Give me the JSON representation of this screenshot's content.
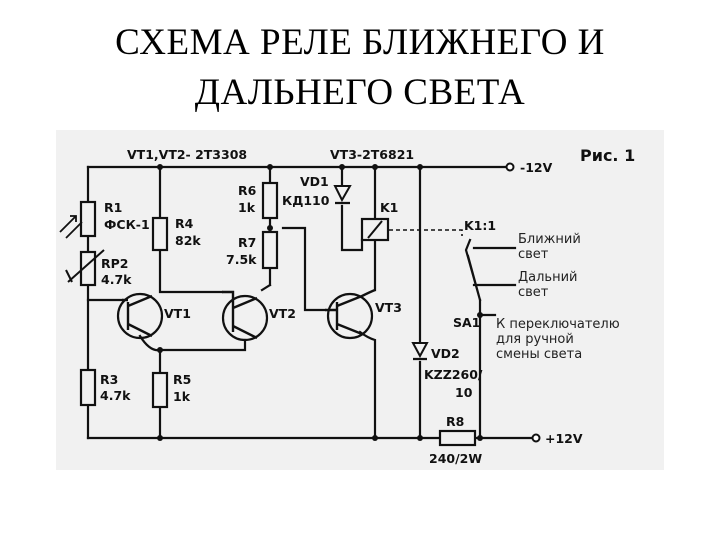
{
  "title": {
    "line1": "СХЕМА РЕЛЕ БЛИЖНЕГО И",
    "line2": "ДАЛЬНЕГО СВЕТА"
  },
  "figure_label": "Рис. 1",
  "transistor_notes": {
    "vt1_vt2": "VT1,VT2- 2Т3308",
    "vt3": "VT3-2Т6821"
  },
  "supply": {
    "top": "-12V",
    "bottom": "+12V"
  },
  "components": {
    "r1": "R1",
    "r1_type": "ФСК-1",
    "rp2": "RP2",
    "rp2_val": "4.7k",
    "r3": "R3",
    "r3_val": "4.7k",
    "r4": "R4",
    "r4_val": "82k",
    "r5": "R5",
    "r5_val": "1k",
    "r6": "R6",
    "r6_val": "1k",
    "r7": "R7",
    "r7_val": "7.5k",
    "r8": "R8",
    "r8_val": "240/2W",
    "vd1": "VD1",
    "vd1_type": "КД110",
    "vd2": "VD2",
    "vd2_type": "KZZ260/",
    "vd2_type2": "10",
    "k1": "K1",
    "k1_1": "K1:1",
    "sa1": "SA1",
    "vt1": "VT1",
    "vt2": "VT2",
    "vt3": "VT3"
  },
  "outputs": {
    "near_1": "Ближний",
    "near_2": "свет",
    "far_1": "Дальний",
    "far_2": "свет"
  },
  "note": {
    "line1": "К переключателю",
    "line2": "для ручной",
    "line3": "смены света"
  }
}
